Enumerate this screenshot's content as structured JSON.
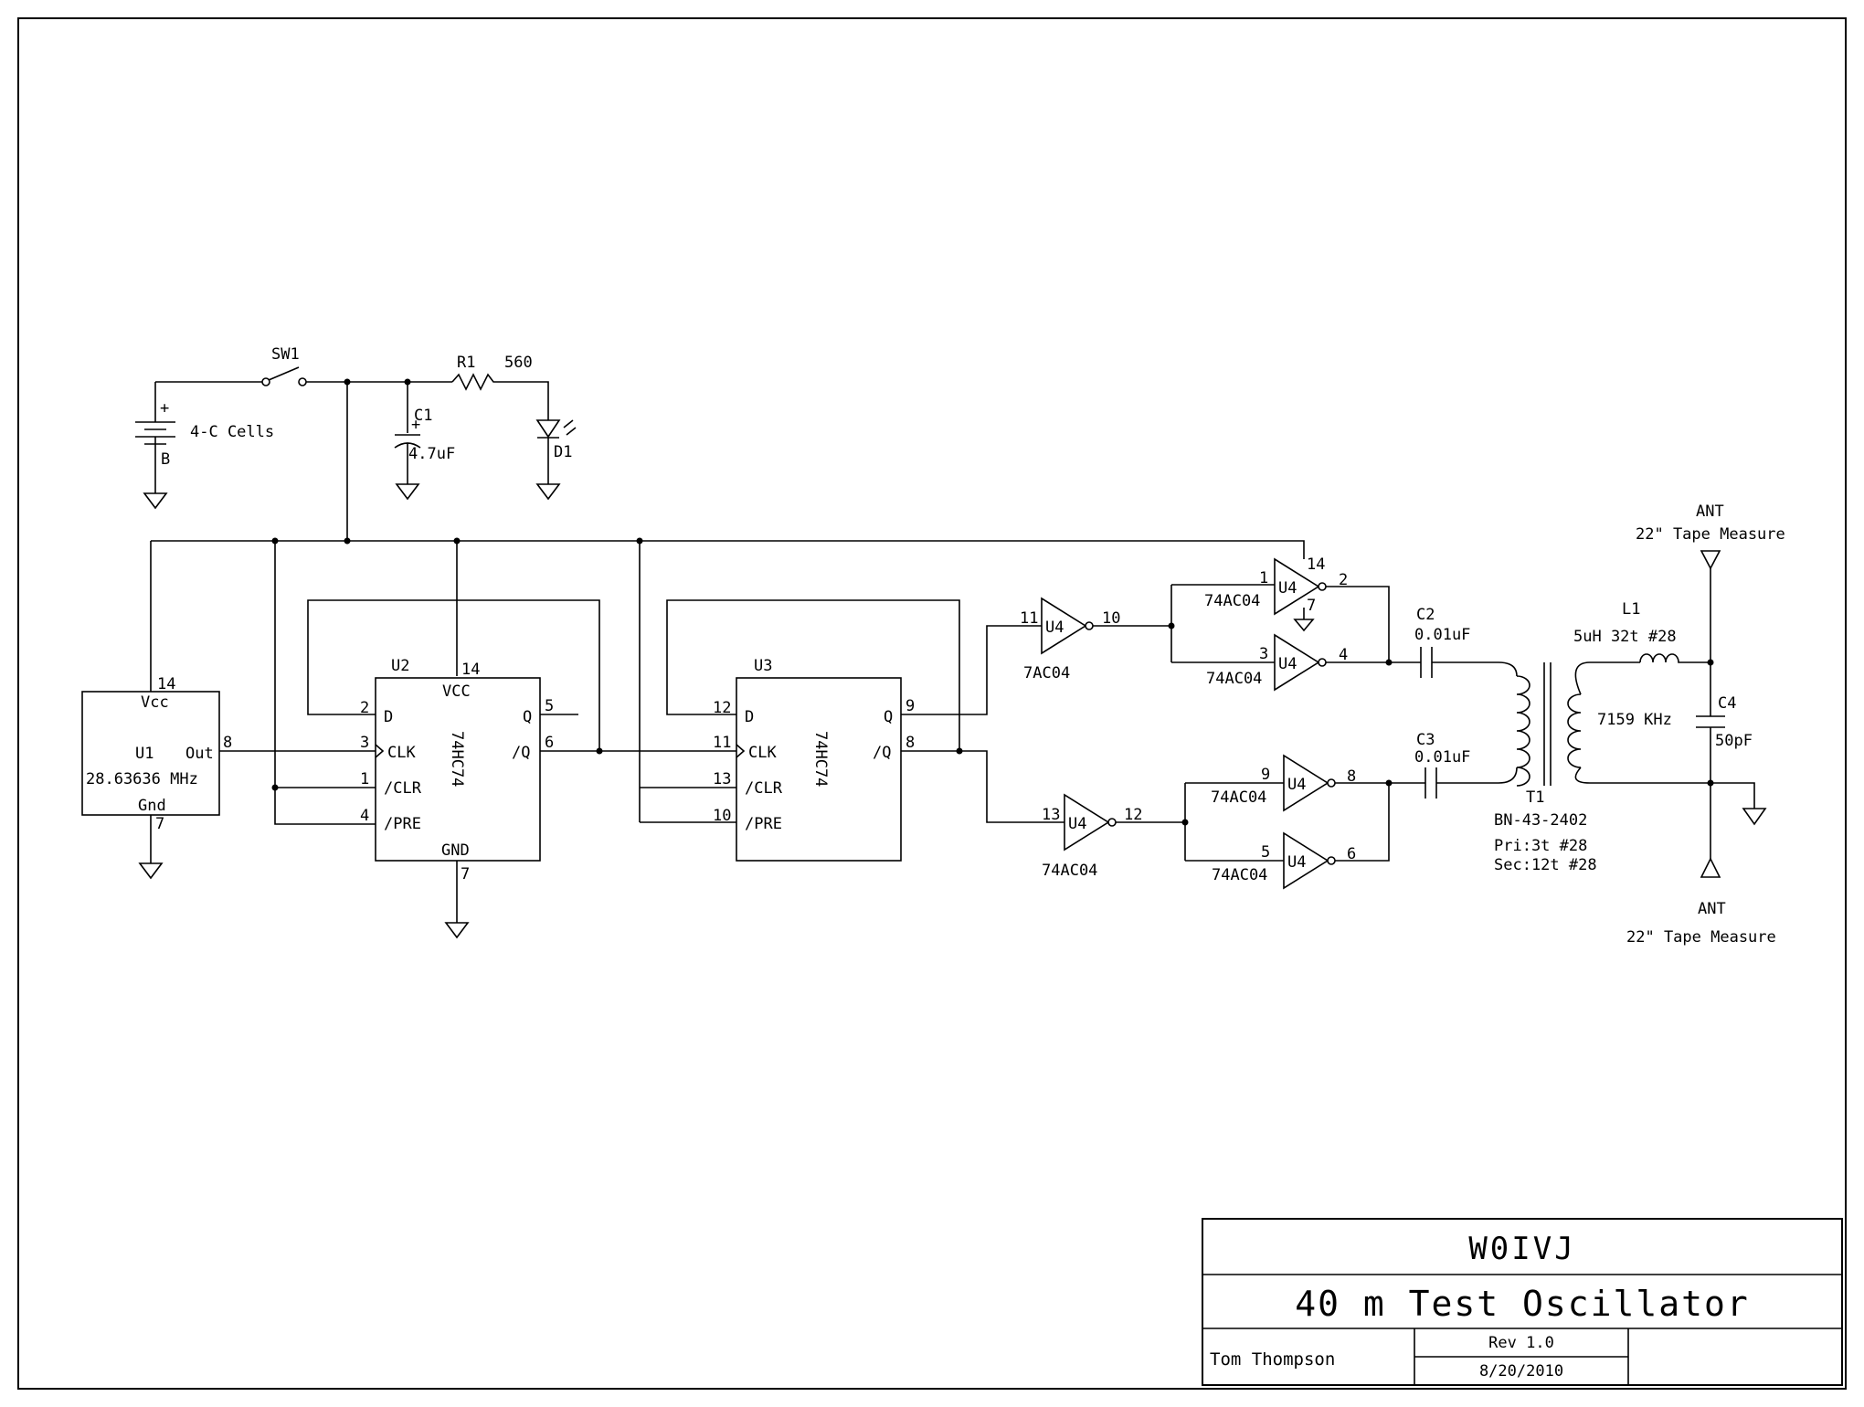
{
  "battery": {
    "label": "4-C Cells",
    "ref": "B",
    "plus": "+"
  },
  "switch": {
    "ref": "SW1"
  },
  "resistor": {
    "ref": "R1",
    "value": "560"
  },
  "cap_c1": {
    "ref": "C1",
    "value": "4.7uF",
    "plus": "+"
  },
  "led": {
    "ref": "D1"
  },
  "u1": {
    "ref": "U1",
    "vcc": "Vcc",
    "out": "Out",
    "gnd": "Gnd",
    "freq": "28.63636 MHz",
    "pin_vcc": "14",
    "pin_out": "8",
    "pin_gnd": "7"
  },
  "u2": {
    "ref": "U2",
    "part": "74HC74",
    "vcc": "VCC",
    "gnd": "GND",
    "d": "D",
    "clk": "CLK",
    "clr": "/CLR",
    "pre": "/PRE",
    "q": "Q",
    "qn": "/Q",
    "pin_d": "2",
    "pin_clk": "3",
    "pin_clr": "1",
    "pin_pre": "4",
    "pin_q": "5",
    "pin_qn": "6",
    "pin_vcc": "14",
    "pin_gnd": "7"
  },
  "u3": {
    "ref": "U3",
    "part": "74HC74",
    "d": "D",
    "clk": "CLK",
    "clr": "/CLR",
    "pre": "/PRE",
    "q": "Q",
    "qn": "/Q",
    "pin_d": "12",
    "pin_clk": "11",
    "pin_clr": "13",
    "pin_pre": "10",
    "pin_q": "9",
    "pin_qn": "8"
  },
  "inverters": [
    {
      "ref": "U4",
      "part": "7AC04",
      "pin_in": "11",
      "pin_out": "10"
    },
    {
      "ref": "U4",
      "part": "74AC04",
      "pin_in": "13",
      "pin_out": "12"
    },
    {
      "ref": "U4",
      "part": "74AC04",
      "pin_in": "1",
      "pin_out": "2",
      "pin_vcc": "14",
      "pin_gnd": "7"
    },
    {
      "ref": "U4",
      "part": "74AC04",
      "pin_in": "3",
      "pin_out": "4"
    },
    {
      "ref": "U4",
      "part": "74AC04",
      "pin_in": "9",
      "pin_out": "8"
    },
    {
      "ref": "U4",
      "part": "74AC04",
      "pin_in": "5",
      "pin_out": "6"
    }
  ],
  "cap_c2": {
    "ref": "C2",
    "value": "0.01uF"
  },
  "cap_c3": {
    "ref": "C3",
    "value": "0.01uF"
  },
  "transformer": {
    "ref": "T1",
    "core": "BN-43-2402",
    "pri": "Pri:3t #28",
    "sec": "Sec:12t #28"
  },
  "inductor": {
    "ref": "L1",
    "value": "5uH 32t #28"
  },
  "cap_c4": {
    "ref": "C4",
    "value": "50pF"
  },
  "freq_label": "7159 KHz",
  "antenna_top": {
    "label": "ANT",
    "desc": "22\" Tape Measure"
  },
  "antenna_bottom": {
    "label": "ANT",
    "desc": "22\" Tape Measure"
  },
  "title_block": {
    "callsign": "W0IVJ",
    "title": "40 m Test Oscillator",
    "author": "Tom Thompson",
    "rev": "Rev 1.0",
    "date": "8/20/2010"
  }
}
